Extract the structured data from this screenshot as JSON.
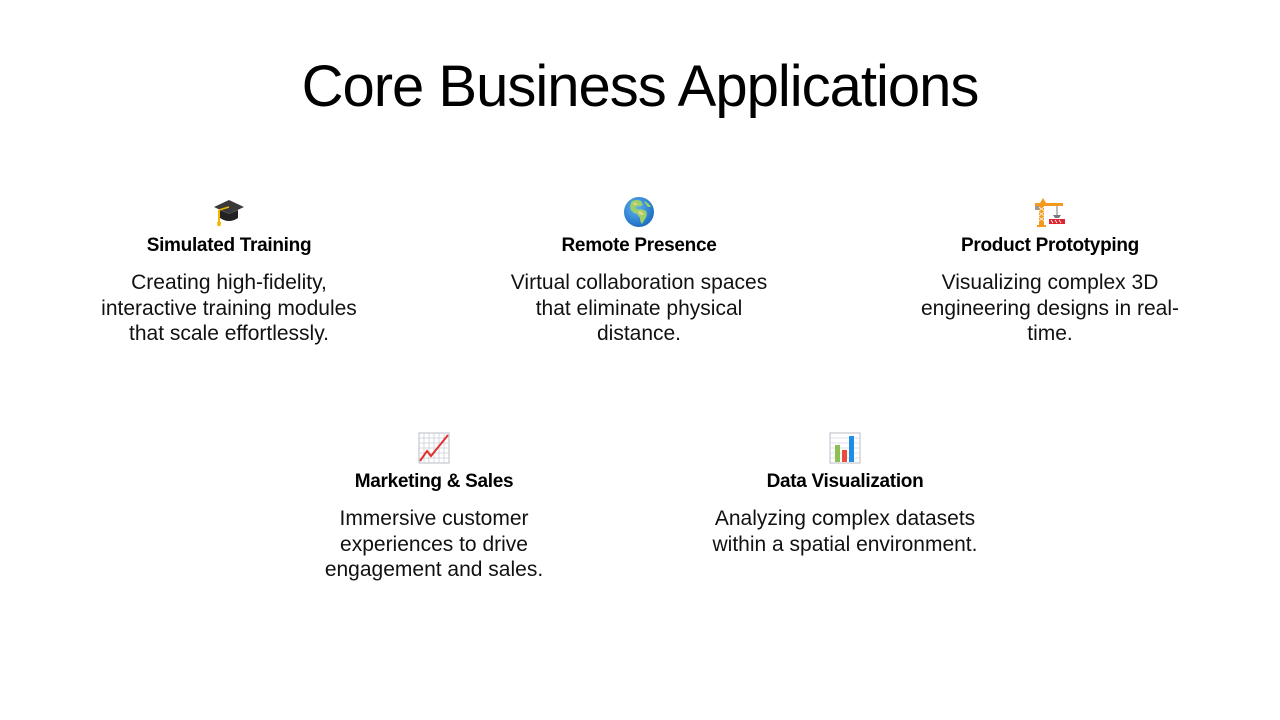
{
  "slide": {
    "title": "Core Business Applications"
  },
  "cards": [
    {
      "icon": "graduation-cap-icon",
      "heading": "Simulated Training",
      "description": "Creating high-fidelity, interactive training modules that scale effortlessly."
    },
    {
      "icon": "globe-africa-europe-icon",
      "heading": "Remote Presence",
      "description": "Virtual collaboration spaces that eliminate physical distance."
    },
    {
      "icon": "construction-crane-icon",
      "heading": "Product Prototyping",
      "description": "Visualizing complex 3D engineering designs in real-time."
    },
    {
      "icon": "chart-increasing-icon",
      "heading": "Marketing & Sales",
      "description": "Immersive customer experiences to drive engagement and sales."
    },
    {
      "icon": "bar-chart-icon",
      "heading": "Data Visualization",
      "description": "Analyzing complex datasets within a spatial environment."
    }
  ],
  "colors": {
    "background": "#ffffff",
    "text": "#000000"
  }
}
